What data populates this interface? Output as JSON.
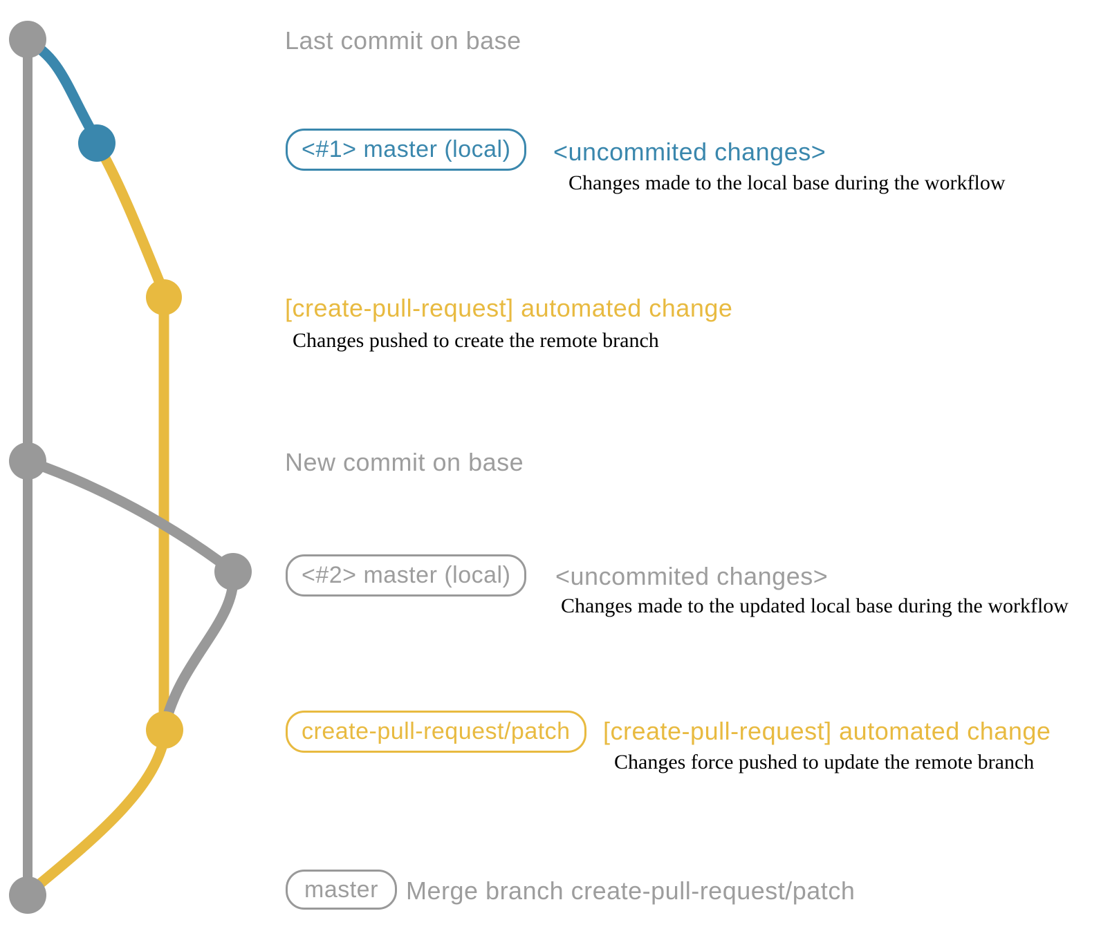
{
  "colors": {
    "base": "#999999",
    "muted": "#9d9d9d",
    "blue": "#3a87ad",
    "yellow": "#e8ba40",
    "desc": "#000000"
  },
  "rows": {
    "base_commit": {
      "message": "Last commit on base"
    },
    "local_1": {
      "tag": "<#1> master (local)",
      "title": "<uncommited changes>",
      "description": "Changes made to the local base during the workflow"
    },
    "push_1": {
      "title": "[create-pull-request] automated change",
      "description": "Changes pushed to create the remote branch"
    },
    "base_commit_2": {
      "message": "New commit on base"
    },
    "local_2": {
      "tag": "<#2> master (local)",
      "title": "<uncommited changes>",
      "description": "Changes made to the updated local base during the workflow"
    },
    "push_2": {
      "tag": "create-pull-request/patch",
      "title": "[create-pull-request] automated change",
      "description": "Changes force pushed to update the remote branch"
    },
    "merge": {
      "tag": "master",
      "message": "Merge branch create-pull-request/patch"
    }
  }
}
